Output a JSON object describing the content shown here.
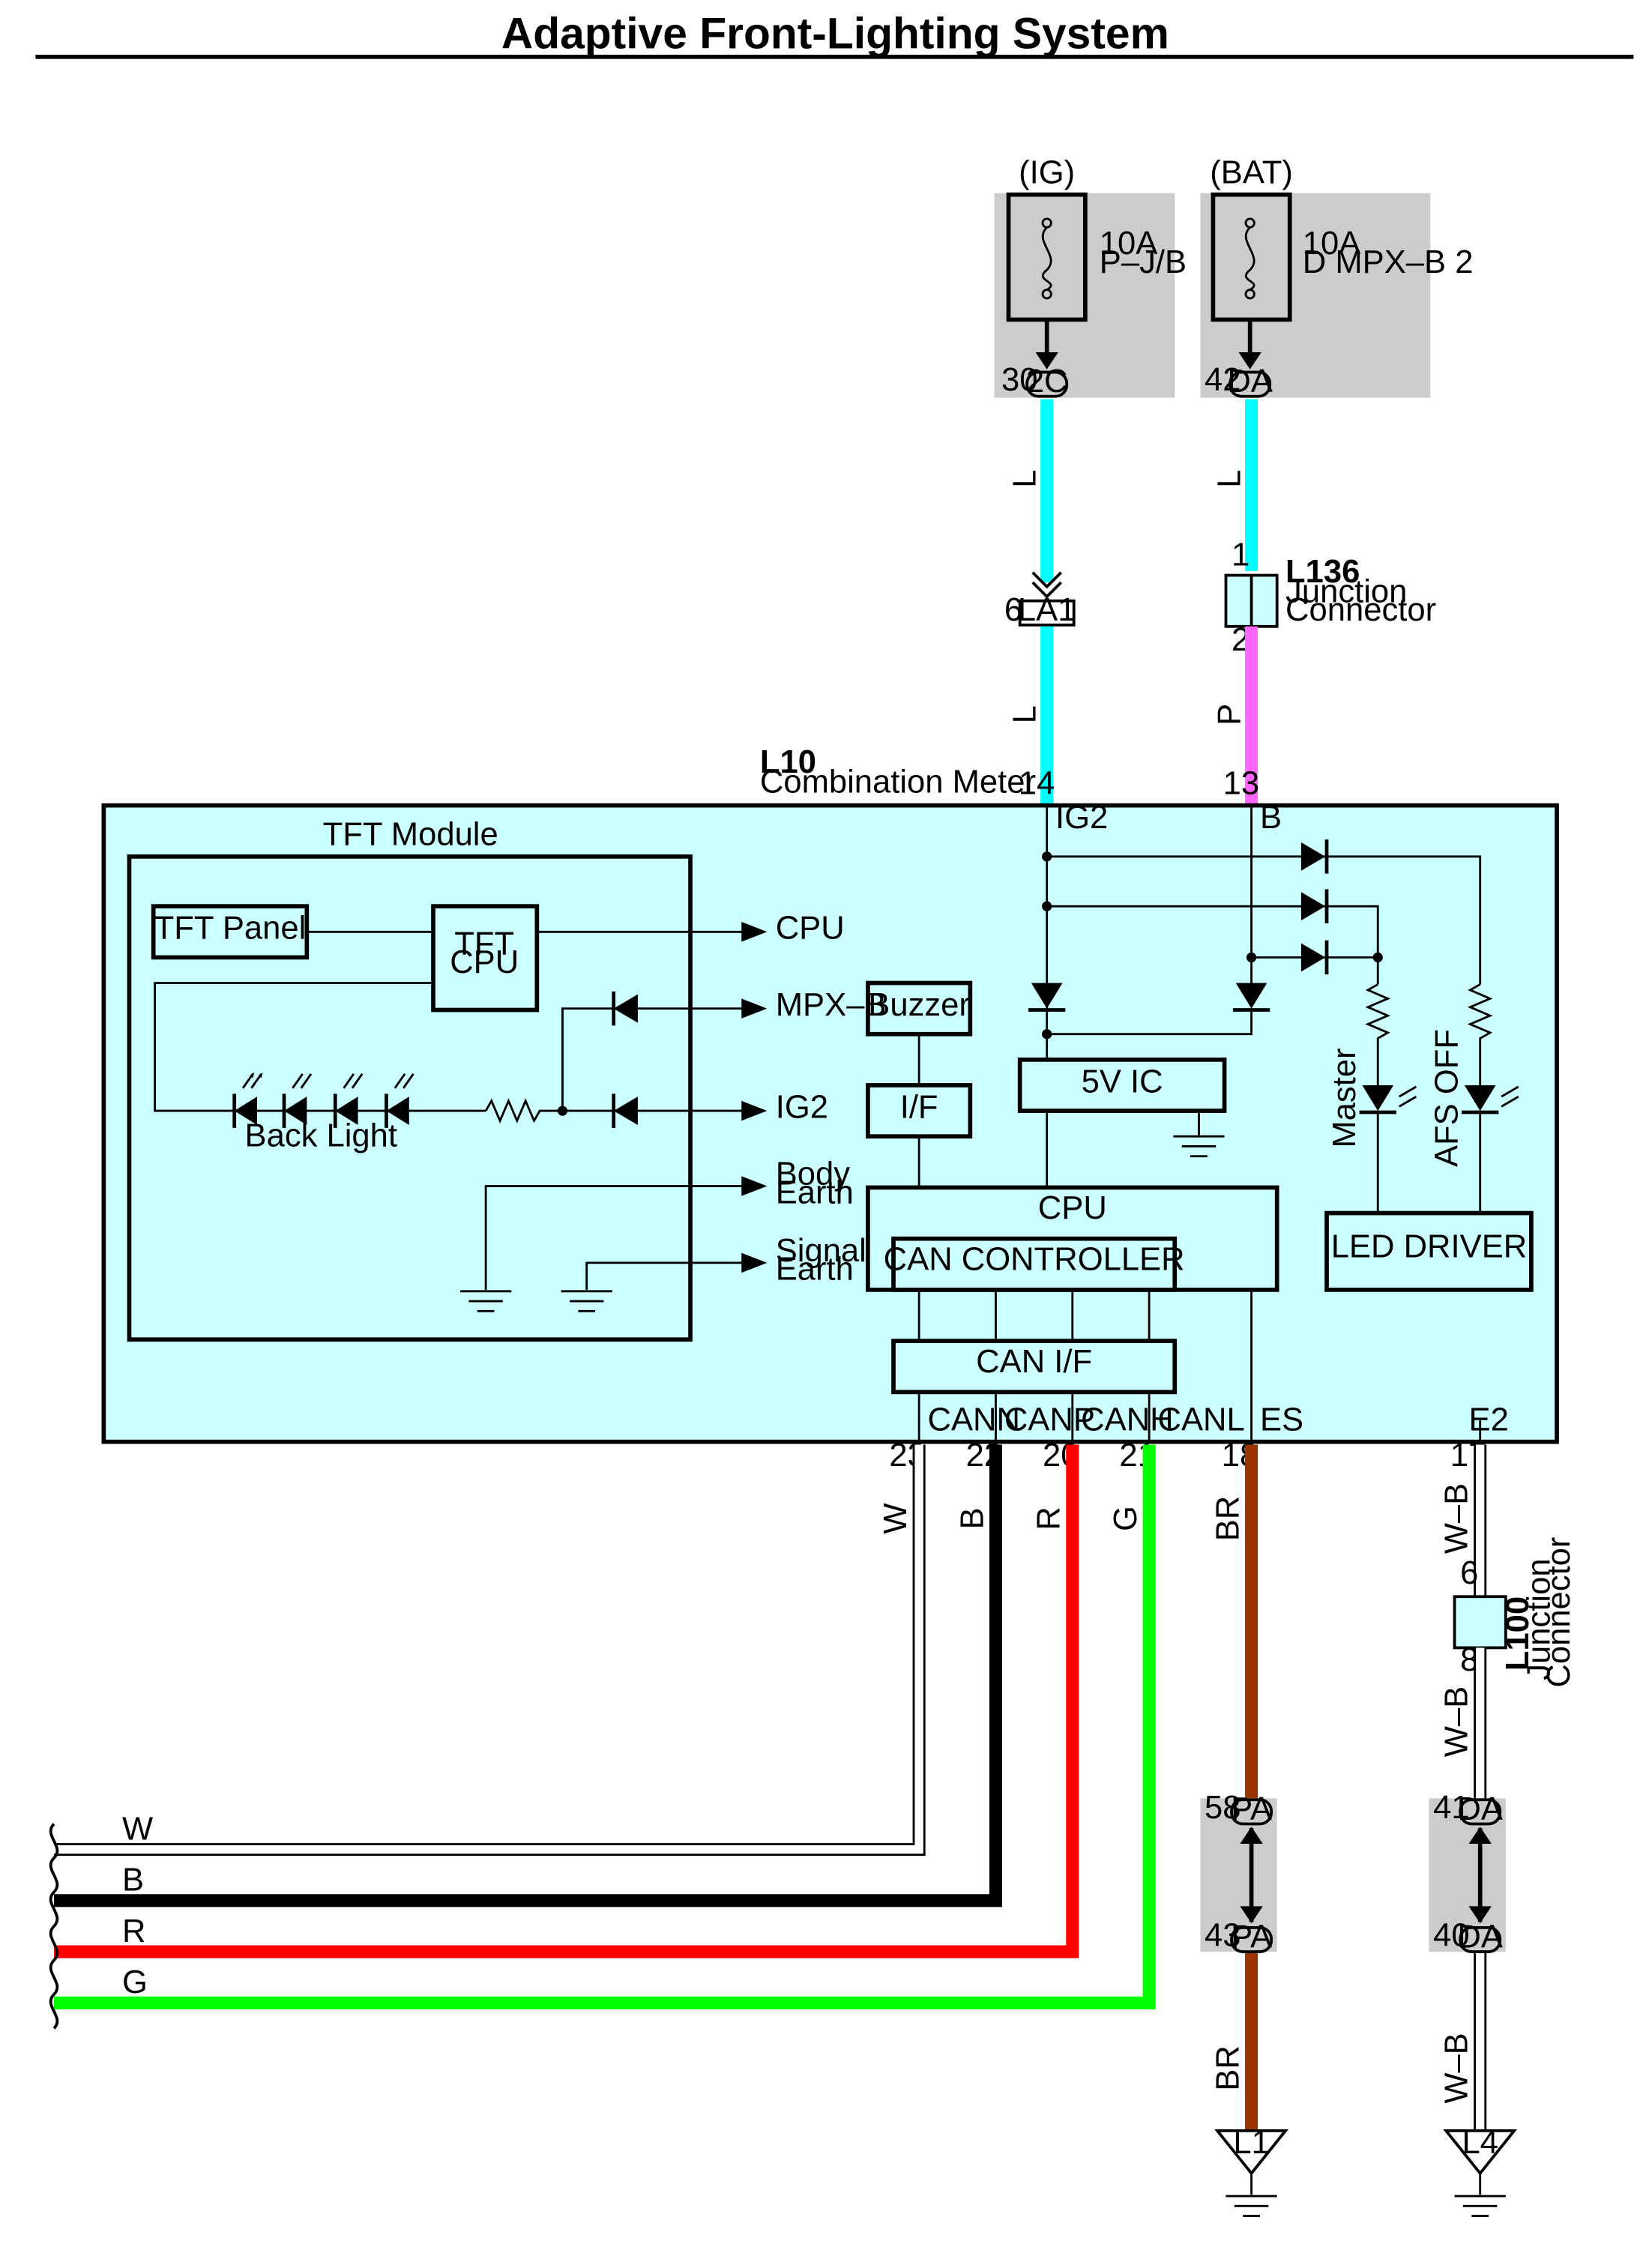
{
  "title": "Adaptive Front-Lighting System",
  "colors": {
    "meter_fill": "#ccffff",
    "fuse_box": "#cccccc",
    "wire_L": "#00ffff",
    "wire_P": "#ff66ff",
    "wire_B": "#000000",
    "wire_R": "#ff0000",
    "wire_G": "#00ff00",
    "wire_BR": "#993300",
    "wire_W": "#ffffff"
  },
  "fuses": {
    "ig": {
      "source": "(IG)",
      "rating": "10A",
      "name": "P–J/B",
      "pin": "30",
      "connector": "2C"
    },
    "bat": {
      "source": "(BAT)",
      "rating": "10A",
      "name": "D MPX–B 2",
      "pin": "42",
      "connector": "DA"
    }
  },
  "la1": {
    "pin": "6",
    "name": "LA1"
  },
  "l136": {
    "pin_top": "1",
    "pin_bottom": "2",
    "code": "L136",
    "line1": "Junction",
    "line2": "Connector"
  },
  "wire_labels": {
    "L_top": "L",
    "L_mid": "L",
    "L_right": "L",
    "P": "P"
  },
  "meter": {
    "code": "L10",
    "name": "Combination Meter",
    "pin_ig2": "14",
    "pin_b": "13",
    "ig2": "IG2",
    "b": "B"
  },
  "tft": {
    "title": "TFT Module",
    "panel": "TFT Panel",
    "cpu_line1": "TFT",
    "cpu_line2": "CPU",
    "back_light": "Back Light",
    "out_cpu": "CPU",
    "out_mpxb": "MPX–B",
    "out_ig2": "IG2",
    "body1": "Body",
    "body2": "Earth",
    "signal1": "Signal",
    "signal2": "Earth"
  },
  "blocks": {
    "buzzer": "Buzzer",
    "if": "I/F",
    "ic5v": "5V IC",
    "cpu": "CPU",
    "can_controller": "CAN CONTROLLER",
    "can_if": "CAN I/F",
    "led_driver": "LED DRIVER",
    "master": "Master",
    "afs_off": "AFS OFF"
  },
  "terminals": {
    "cann": "CANN",
    "canp": "CANP",
    "canh": "CANH",
    "canl": "CANL",
    "es": "ES",
    "e2": "E2",
    "pin_cann": "23",
    "pin_canp": "22",
    "pin_canh": "20",
    "pin_canl": "21",
    "pin_es": "18",
    "pin_e2": "17"
  },
  "bottom_wires": {
    "w": "W",
    "b": "B",
    "r": "R",
    "g": "G",
    "br": "BR",
    "br2": "BR",
    "wb1": "W–B",
    "wb2": "W–B",
    "wb3": "W–B"
  },
  "l100": {
    "pin_top": "6",
    "pin_bottom": "8",
    "code": "L100",
    "line1": "Junction",
    "line2": "Connector"
  },
  "pa": {
    "pin_top": "58",
    "pin_bottom": "43",
    "connector_top": "PA",
    "connector_bottom": "PA"
  },
  "da_lower": {
    "pin_top": "41",
    "pin_bottom": "40",
    "connector_top": "DA",
    "connector_bottom": "DA"
  },
  "grounds": {
    "l1": "L1",
    "l4": "L4"
  },
  "left_wires": {
    "w": "W",
    "b": "B",
    "r": "R",
    "g": "G"
  }
}
